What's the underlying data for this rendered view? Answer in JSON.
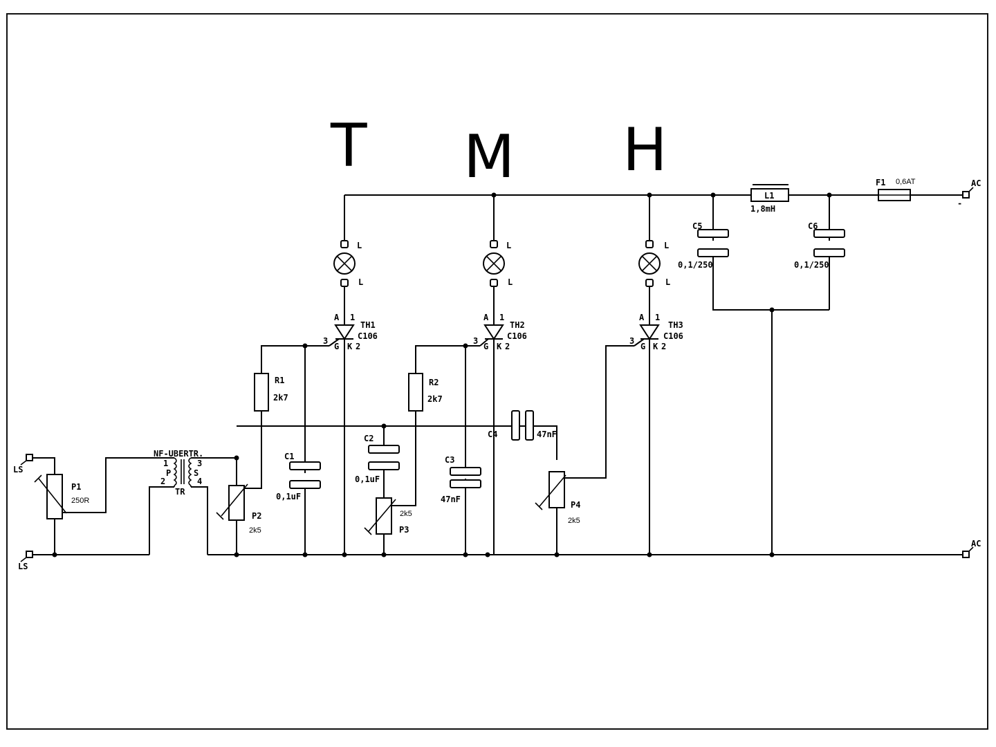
{
  "handwritten": {
    "t": "T",
    "m": "M",
    "h": "H"
  },
  "terminals": {
    "ls_top": "LS",
    "ls_bottom": "LS",
    "ac_top": "AC",
    "ac_bottom": "AC",
    "ac_minus": "-"
  },
  "lamps": [
    {
      "top": "L",
      "bottom": "L"
    },
    {
      "top": "L",
      "bottom": "L"
    },
    {
      "top": "L",
      "bottom": "L"
    }
  ],
  "thyristors": [
    {
      "name": "TH1",
      "type": "C106",
      "anode": "A",
      "pin1": "1",
      "pin3": "3",
      "gate": "G",
      "cathode": "K",
      "pin2": "2"
    },
    {
      "name": "TH2",
      "type": "C106",
      "anode": "A",
      "pin1": "1",
      "pin3": "3",
      "gate": "G",
      "cathode": "K",
      "pin2": "2"
    },
    {
      "name": "TH3",
      "type": "C106",
      "anode": "A",
      "pin1": "1",
      "pin3": "3",
      "gate": "G",
      "cathode": "K",
      "pin2": "2"
    }
  ],
  "resistors": {
    "r1": {
      "name": "R1",
      "value": "2k7"
    },
    "r2": {
      "name": "R2",
      "value": "2k7"
    }
  },
  "potentiometers": {
    "p1": {
      "name": "P1",
      "value": "250R"
    },
    "p2": {
      "name": "P2",
      "value": "2k5"
    },
    "p3": {
      "name": "P3",
      "value": "2k5"
    },
    "p4": {
      "name": "P4",
      "value": "2k5"
    }
  },
  "capacitors": {
    "c1": {
      "name": "C1",
      "value": "0,1uF"
    },
    "c2": {
      "name": "C2",
      "value": "0,1uF"
    },
    "c3": {
      "name": "C3",
      "value": "47nF"
    },
    "c4": {
      "name": "C4",
      "value": "47nF"
    },
    "c5": {
      "name": "C5",
      "value": "0,1/250"
    },
    "c6": {
      "name": "C6",
      "value": "0,1/250"
    }
  },
  "inductor": {
    "name": "L1",
    "value": "1,8mH"
  },
  "fuse": {
    "name": "F1",
    "value": "0,6AT"
  },
  "transformer": {
    "title": "NF-UBERTR.",
    "p1": "1",
    "p2": "2",
    "s3": "3",
    "s4": "4",
    "p": "P",
    "s": "S",
    "tr": "TR"
  }
}
